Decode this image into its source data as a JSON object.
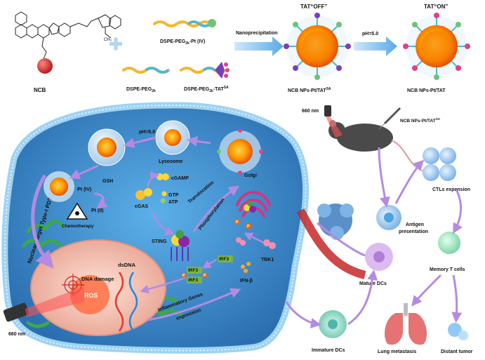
{
  "top": {
    "ncb_label": "NCB",
    "ncb_methyl": "CH₃",
    "peg_pt_prefix": "DSPE-PEG",
    "peg_pt_sub": "2k",
    "peg_pt_suffix": "-Pt (IV)",
    "peg_prefix": "DSPE-PEG",
    "peg_sub": "2k",
    "peg_tat_prefix": "DSPE-PEG",
    "peg_tat_sub": "2k",
    "peg_tat_suffix": "-TAT",
    "peg_tat_sup": "SA",
    "nanoprecipitation": "Nanoprecipitation",
    "tat_off": "TAT“OFF”",
    "tat_on": "TAT“ON”",
    "ph": "pH=5.0",
    "np_sa_prefix": "NCB NPs-Pt/TAT",
    "np_sa_sup": "SA",
    "np_final": "NCB NPs-Pt/TAT"
  },
  "cell": {
    "ph": "pH=5.0",
    "lysosome": "Lysosome",
    "pt_iv": "Pt (IV)",
    "gsh": "GSH",
    "pt_ii": "Pt (II)",
    "chemotherapy": "Chemotherapy",
    "cgamp": "cGAMP",
    "cgas": "cGAS",
    "gtp": "GTP",
    "atp": "ATP",
    "translocation": "Translocation",
    "phosphorylation": "Phosphorylation",
    "golgi": "Golgi",
    "sting": "STING",
    "tbk1": "TBK1",
    "irf3_a": "IRF3",
    "irf3_b": "IRF3",
    "irf3_c": "IRF3",
    "p": "P",
    "dsdna": "dsDNA",
    "dna_damage": "DNA damage",
    "ros": "ROS",
    "inflammatory": "Inflammatory Genes",
    "expression": "expression",
    "ifn": "IFN-β",
    "pdt": "Nuclear Target Type-I PDT",
    "laser": "660 nm"
  },
  "right": {
    "laser": "660 nm",
    "inject_prefix": "NCB NPs-Pt/TAT",
    "inject_sup": "SA",
    "ctls": "CTLs expansion",
    "antigen_1": "Antigen",
    "antigen_2": "presentation",
    "memory": "Memory T cells",
    "mature": "Mature DCs",
    "immature": "Immature DCs",
    "lung": "Lung metastasis",
    "distant": "Distant tumor"
  },
  "colors": {
    "cell_fill": "#3d8fd1",
    "membrane": "#7ec3ec",
    "arrow": "#b48be0",
    "nucleus": "#f2c6b7",
    "accent_red": "#e53935"
  }
}
